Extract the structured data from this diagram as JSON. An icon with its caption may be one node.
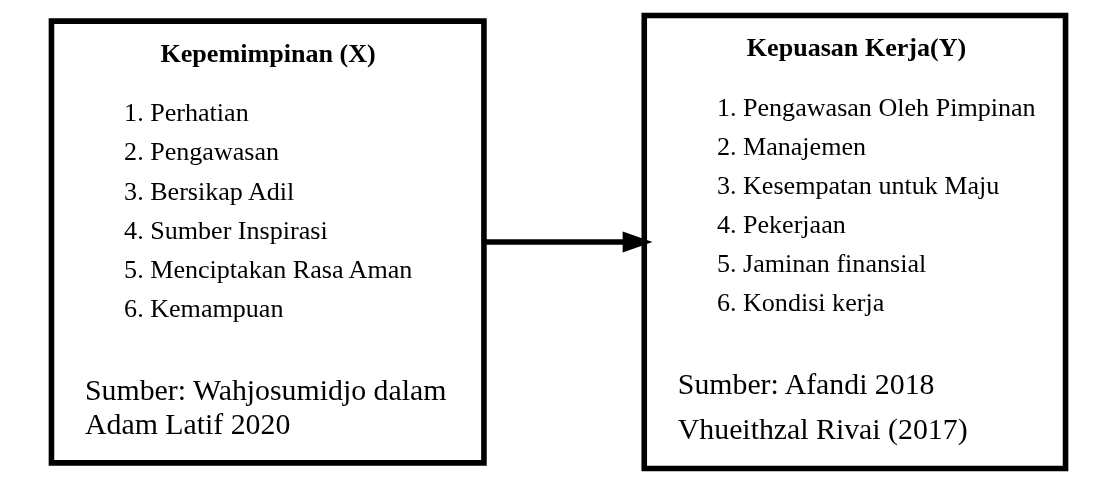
{
  "diagram": {
    "nodes": [
      {
        "text": [
          "Kepemimpinan (X)",
          "1. Perhatian",
          "2. Pengawasan",
          "3. Bersikap Adil",
          "4. Sumber Inspirasi",
          "5. Menciptakan Rasa Aman",
          "6. Kemampuan",
          "Sumber: Wahjosumidjo dalam Adam Latif 2020"
        ]
      },
      {
        "text": [
          "Kepuasan Kerja(Y)",
          "1. Pengawasan Oleh Pimpinan",
          "2. Manajemen",
          "3. Kesempatan untuk Maju",
          "4. Pekerjaan",
          "5. Jaminan finansial",
          "6. Kondisi kerja",
          "Sumber: Afandi 2018",
          "Vhueithzal Rivai (2017)"
        ]
      }
    ],
    "edges": [
      {
        "from": 0,
        "to": 1,
        "arrow": "to"
      }
    ]
  }
}
